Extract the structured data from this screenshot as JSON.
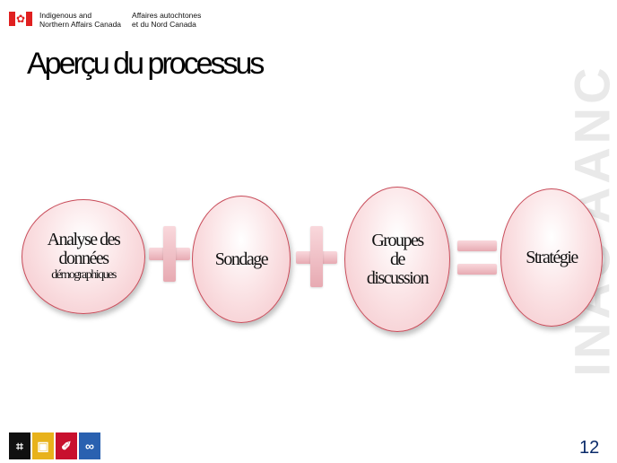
{
  "header": {
    "org_en_line1": "Indigenous and",
    "org_en_line2": "Northern Affairs Canada",
    "org_fr_line1": "Affaires autochtones",
    "org_fr_line2": "et du Nord Canada"
  },
  "title": "Aperçu du processus",
  "sidebar_text": "INAC AANC",
  "process": [
    {
      "line1": "Analyse des",
      "line2": "données",
      "line3": "démographiques"
    },
    {
      "line1": "Sondage"
    },
    {
      "line1": "Groupes",
      "line2": "de",
      "line3": "discussion"
    },
    {
      "line1": "Stratégie"
    }
  ],
  "operators": [
    "plus",
    "plus",
    "equals"
  ],
  "bottom_icons": [
    "inuit-compass-icon",
    "inukshuk-icon",
    "feather-icon",
    "infinity-icon"
  ],
  "page_number": "12",
  "colors": {
    "oval_border": "#c94c5a",
    "oval_fill": "#f4c4c9",
    "operator": "#e7aab2",
    "flag_red": "#e02020",
    "page_number": "#0a2b6a"
  }
}
